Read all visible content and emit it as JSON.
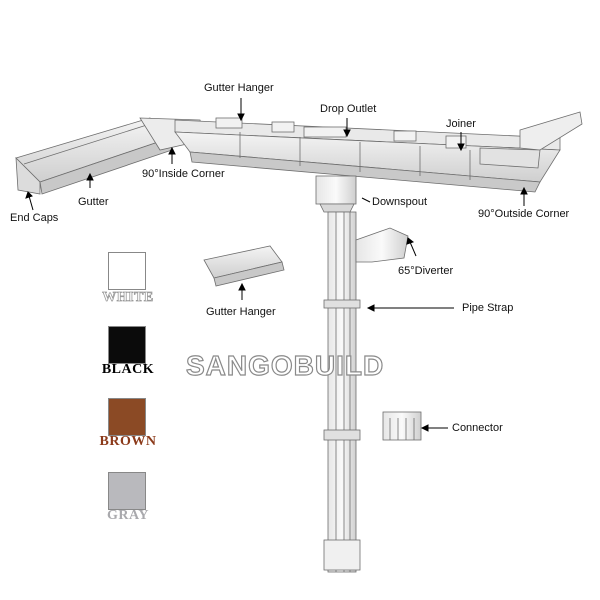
{
  "labels": {
    "gutter_hanger_top": "Gutter Hanger",
    "drop_outlet": "Drop Outlet",
    "joiner": "Joiner",
    "end_caps": "End Caps",
    "gutter": "Gutter",
    "inside_corner": "90°Inside Corner",
    "downspout": "Downspout",
    "outside_corner": "90°Outside Corner",
    "diverter": "65°Diverter",
    "gutter_hanger_mid": "Gutter Hanger",
    "pipe_strap": "Pipe Strap",
    "connector": "Connector"
  },
  "colors": [
    {
      "name": "WHITE",
      "swatch": "#ffffff",
      "text_color": "#ffffff"
    },
    {
      "name": "BLACK",
      "swatch": "#0b0b0b",
      "text_color": "#000000"
    },
    {
      "name": "BROWN",
      "swatch": "#8b4a25",
      "text_color": "#8b3a1a"
    },
    {
      "name": "GRAY",
      "swatch": "#b9b9bd",
      "text_color": "#a9a9ad"
    }
  ],
  "watermark": "SANGOBUILD"
}
